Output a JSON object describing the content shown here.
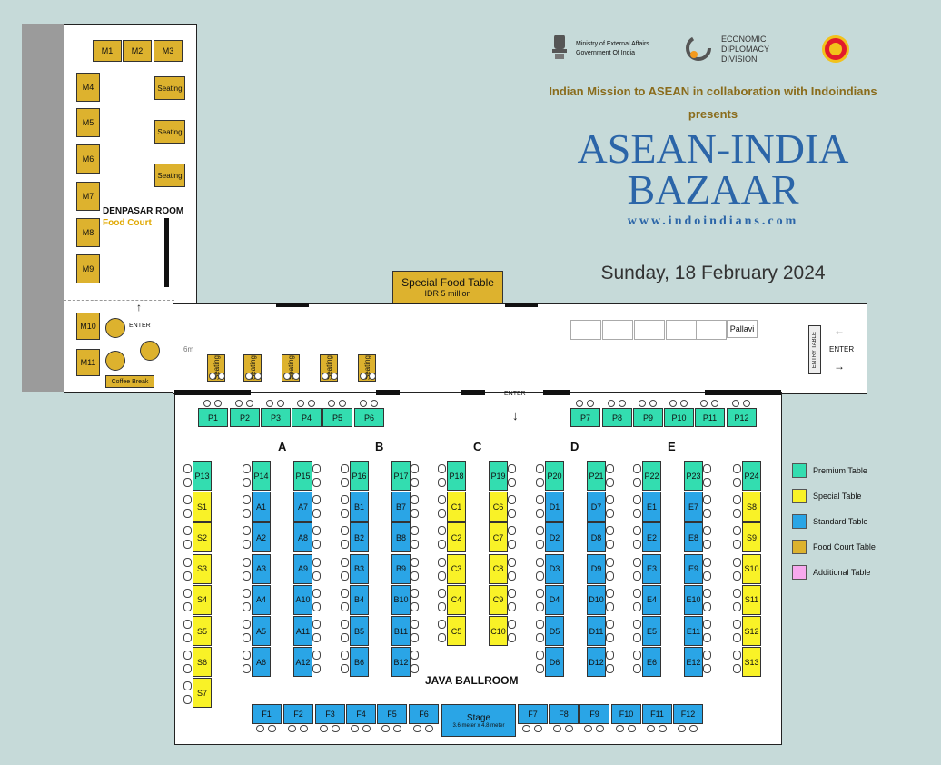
{
  "header": {
    "ministry_line1": "Ministry of External Affairs",
    "ministry_line2": "Government Of India",
    "eco_line1": "ECONOMIC",
    "eco_line2": "DIPLOMACY",
    "eco_line3": "DIVISION",
    "presenter": "Indian Mission to ASEAN in collaboration with Indoindians",
    "presents": "presents",
    "title_line1": "ASEAN-INDIA",
    "title_line2": "BAZAAR",
    "website": "www.indoindians.com",
    "date": "Sunday, 18 February 2024"
  },
  "denpasar": {
    "room_name": "DENPASAR ROOM",
    "subtitle": "Food Court",
    "enter": "ENTER",
    "coffee_break": "Coffee Break",
    "m_top": [
      "M1",
      "M2",
      "M3"
    ],
    "m_left": [
      "M4",
      "M5",
      "M6",
      "M7",
      "M8",
      "M9"
    ],
    "m_lower": [
      "M10",
      "M11"
    ],
    "seating": [
      "Seating",
      "Seating",
      "Seating"
    ]
  },
  "corridor": {
    "special_food_title": "Special Food Table",
    "special_food_price": "IDR 5 million",
    "dimension": "6m",
    "seating": [
      "Seating",
      "Seating",
      "Seating",
      "Seating",
      "Seating"
    ],
    "sponsor_last": "Pallavi",
    "entry_table": "ENTRY TABLE",
    "enter_right": "ENTER",
    "enter_ballroom": "ENTER"
  },
  "ballroom": {
    "name": "JAVA BALLROOM",
    "row_p_left": [
      "P1",
      "P2",
      "P3",
      "P4",
      "P5",
      "P6"
    ],
    "row_p_right": [
      "P7",
      "P8",
      "P9",
      "P10",
      "P11",
      "P12"
    ],
    "sections": [
      "A",
      "B",
      "C",
      "D",
      "E"
    ],
    "col_left_top": "P13",
    "col_left": [
      "S1",
      "S2",
      "S3",
      "S4",
      "S5",
      "S6",
      "S7"
    ],
    "col_right_top": "P24",
    "col_right": [
      "S8",
      "S9",
      "S10",
      "S11",
      "S12",
      "S13"
    ],
    "a1_top": "P14",
    "a1": [
      "A1",
      "A2",
      "A3",
      "A4",
      "A5",
      "A6"
    ],
    "a2_top": "P15",
    "a2": [
      "A7",
      "A8",
      "A9",
      "A10",
      "A11",
      "A12"
    ],
    "b1_top": "P16",
    "b1": [
      "B1",
      "B2",
      "B3",
      "B4",
      "B5",
      "B6"
    ],
    "b2_top": "P17",
    "b2": [
      "B7",
      "B8",
      "B9",
      "B10",
      "B11",
      "B12"
    ],
    "c1_top": "P18",
    "c1": [
      "C1",
      "C2",
      "C3",
      "C4",
      "C5"
    ],
    "c2_top": "P19",
    "c2": [
      "C6",
      "C7",
      "C8",
      "C9",
      "C10"
    ],
    "d1_top": "P20",
    "d1": [
      "D1",
      "D2",
      "D3",
      "D4",
      "D5",
      "D6"
    ],
    "d2_top": "P21",
    "d2": [
      "D7",
      "D8",
      "D9",
      "D10",
      "D11",
      "D12"
    ],
    "e1_top": "P22",
    "e1": [
      "E1",
      "E2",
      "E3",
      "E4",
      "E5",
      "E6"
    ],
    "e2_top": "P23",
    "e2": [
      "E7",
      "E8",
      "E9",
      "E10",
      "E11",
      "E12"
    ],
    "f_left": [
      "F1",
      "F2",
      "F3",
      "F4",
      "F5",
      "F6"
    ],
    "f_right": [
      "F7",
      "F8",
      "F9",
      "F10",
      "F11",
      "F12"
    ],
    "stage_title": "Stage",
    "stage_size": "3.6 meter x 4.8 meter"
  },
  "legend": [
    {
      "label": "Premium Table",
      "color": "#33ddb0"
    },
    {
      "label": "Special Table",
      "color": "#f9f227"
    },
    {
      "label": "Standard Table",
      "color": "#2aa5e6"
    },
    {
      "label": "Food Court Table",
      "color": "#ddb22e"
    },
    {
      "label": "Additional Table",
      "color": "#f7a9ee"
    }
  ]
}
